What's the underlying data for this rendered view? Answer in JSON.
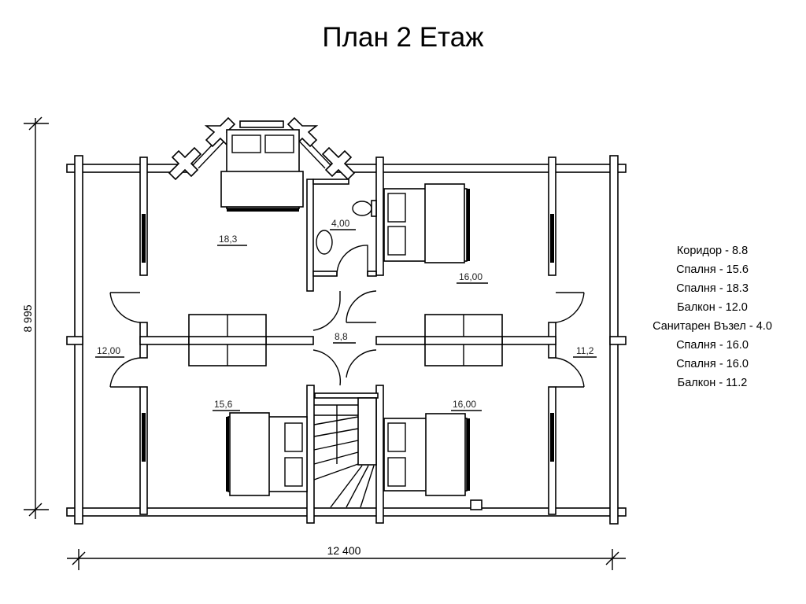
{
  "title": "План 2 Етаж",
  "dimensions": {
    "height": "8 995",
    "width": "12 400"
  },
  "room_labels": {
    "bedroom_top_left": "18,3",
    "bathroom": "4,00",
    "bedroom_top_right": "16,00",
    "balcony_left": "12,00",
    "corridor": "8,8",
    "balcony_right": "11,2",
    "bedroom_bottom_left": "15,6",
    "bedroom_bottom_right": "16,00"
  },
  "legend": [
    "Коридор - 8.8",
    "Спалня - 15.6",
    "Спалня - 18.3",
    "Балкон - 12.0",
    "Санитарен Възел - 4.0",
    "Спалня - 16.0",
    "Спалня - 16.0",
    "Балкон - 11.2"
  ]
}
